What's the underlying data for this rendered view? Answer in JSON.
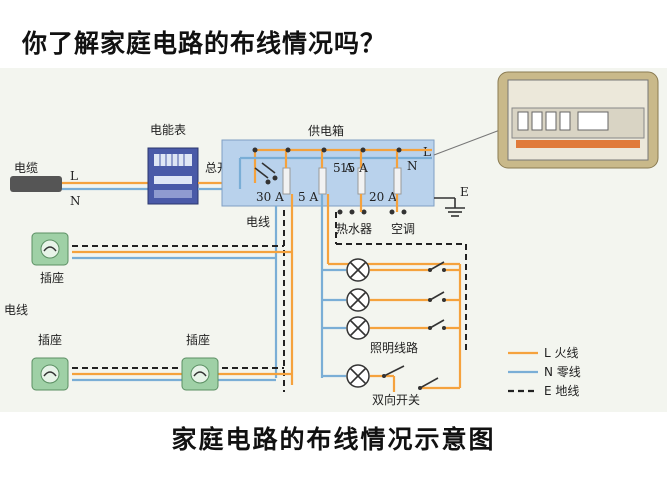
{
  "title": "你了解家庭电路的布线情况吗？",
  "caption": "家庭电路的布线情况示意图",
  "labels": {
    "cable": "电缆",
    "L": "L",
    "N": "N",
    "meter": "电能表",
    "main_switch": "总开关",
    "supply_box": "供电箱",
    "box_L": "L",
    "box_N": "N",
    "E": "E",
    "fuse_30": "30 A",
    "fuse_5a": "5 A",
    "fuse_5b": "5 A",
    "fuse_15": "15 A",
    "fuse_20": "20 A",
    "water_heater": "热水器",
    "ac": "空调",
    "wire": "电线",
    "wire_left": "电线",
    "socket1": "插座",
    "socket2": "插座",
    "socket3": "插座",
    "lighting": "照明线路",
    "two_way_switch": "双向开关"
  },
  "legend": [
    {
      "label": "L 火线",
      "color": "#f5a23d",
      "style": "solid"
    },
    {
      "label": "N 零线",
      "color": "#7aaed6",
      "style": "solid"
    },
    {
      "label": "E 地线",
      "color": "#222222",
      "style": "dashed"
    }
  ]
}
